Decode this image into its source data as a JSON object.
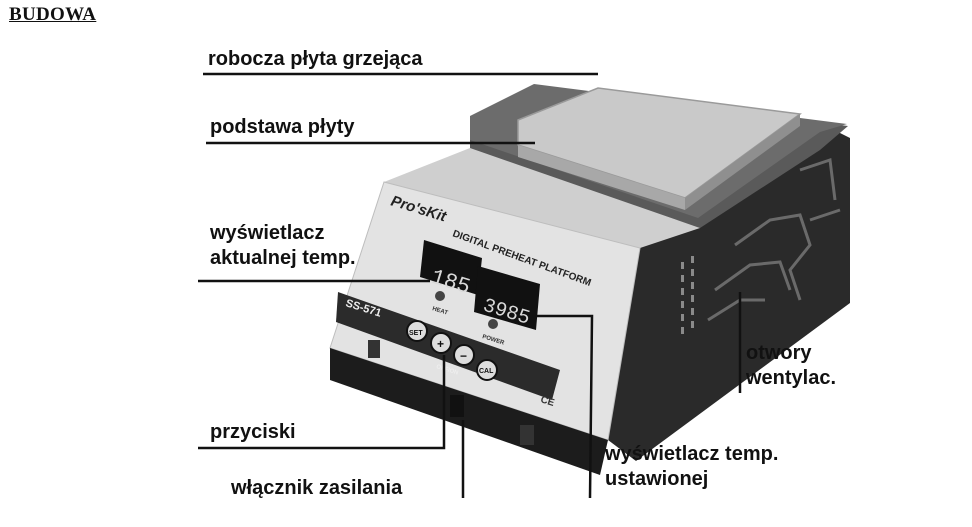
{
  "title": "BUDOWA",
  "labels": {
    "plate": "robocza płyta grzejąca",
    "base": "podstawa płyty",
    "actual_display": [
      "wyświetlacz",
      "aktualnej temp."
    ],
    "buttons": "przyciski",
    "power_switch": "włącznik zasilania",
    "set_display": [
      "wyświetlacz temp.",
      "ustawionej"
    ],
    "vents": [
      "otwory",
      "wentylac."
    ]
  },
  "device": {
    "brand": "Pro'sKit",
    "product_name": "DIGITAL PREHEAT PLATFORM",
    "model": "SS-571",
    "actual_temp_reading": "185",
    "set_temp_reading": "3985",
    "heat_indicator": "HEAT",
    "power_indicator": "POWER",
    "button_set": "SET",
    "button_plus": "+",
    "button_minus": "−",
    "button_cal": "CAL",
    "onoff_label": "OFF/ON",
    "certification": "CE"
  }
}
